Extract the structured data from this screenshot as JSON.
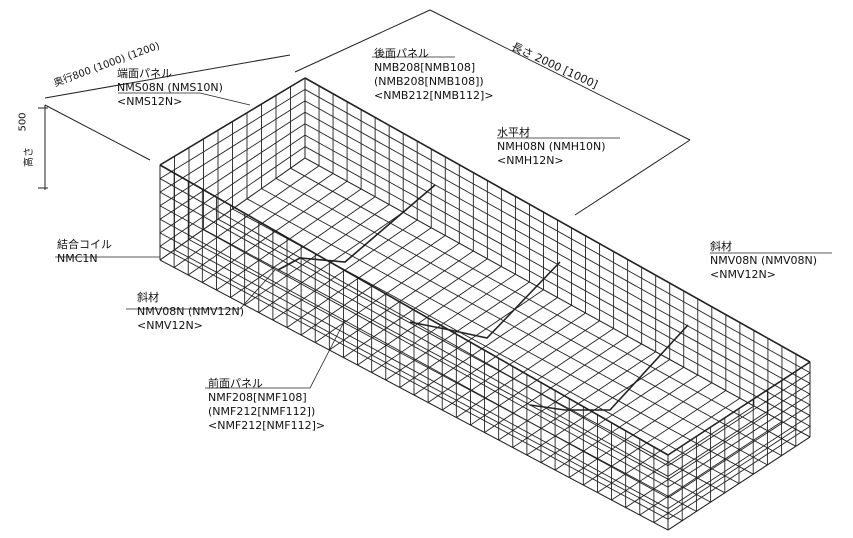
{
  "dimensions": {
    "depth": "奥行800 (1000) (1200)",
    "height_label": "高さ",
    "height_value": "500",
    "length": "長さ 2000 [1000]"
  },
  "labels": {
    "end_panel": {
      "title": "端面パネル",
      "lines": [
        "NMS08N (NMS10N)",
        "<NMS12N>"
      ]
    },
    "back_panel": {
      "title": "後面パネル",
      "lines": [
        "NMB208[NMB108]",
        "(NMB208[NMB108])",
        "<NMB212[NMB112]>"
      ]
    },
    "horizontal": {
      "title": "水平材",
      "lines": [
        "NMH08N (NMH10N)",
        "<NMH12N>"
      ]
    },
    "coil": {
      "title": "結合コイル",
      "lines": [
        "NMC1N"
      ]
    },
    "diagonal_left": {
      "title": "斜材",
      "lines": [
        "NMV08N (NMV12N)",
        "<NMV12N>"
      ]
    },
    "diagonal_right": {
      "title": "斜材",
      "lines": [
        "NMV08N (NMV08N)",
        "<NMV12N>"
      ]
    },
    "front_panel": {
      "title": "前面パネル",
      "lines": [
        "NMF208[NMF108]",
        "(NMF212[NMF112])",
        "<NMF212[NMF112]>"
      ]
    }
  }
}
